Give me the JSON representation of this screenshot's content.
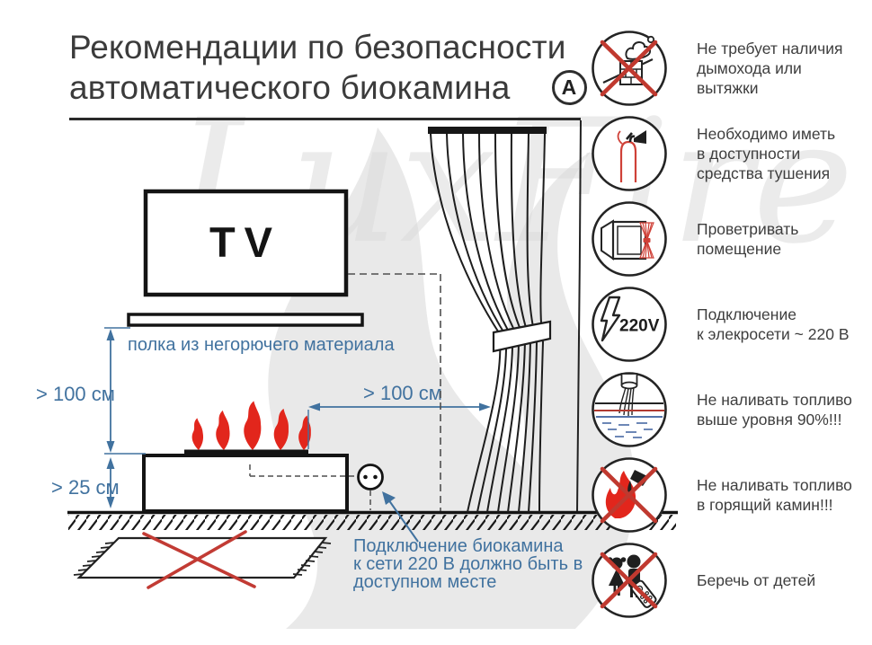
{
  "title": {
    "line1": "Рекомендации по безопасности",
    "line2": "автоматического биокамина",
    "badge": "A"
  },
  "watermark": {
    "text": "LuxFire"
  },
  "diagram": {
    "tv_label": "TV",
    "shelf_label": "полка из негорючего материала",
    "dim_left_top": "> 100 см",
    "dim_left_bottom": "> 25 см",
    "dim_horizontal": "> 100 см",
    "outlet_note": [
      "Подключение биокамина",
      "к сети 220 В должно быть в",
      "доступном месте"
    ]
  },
  "safety_rules": [
    {
      "icon": "no-chimney-icon",
      "lines": [
        "Не требует наличия",
        "дымохода или вытяжки"
      ]
    },
    {
      "icon": "fire-extinguisher-icon",
      "lines": [
        "Необходимо иметь",
        "в доступности",
        "средства тушения"
      ]
    },
    {
      "icon": "ventilate-room-icon",
      "lines": [
        "Проветривать",
        "помещение"
      ]
    },
    {
      "icon": "power-220v-icon",
      "icon_label": "220V",
      "lines": [
        "Подключение",
        "к элекросети ~ 220 В"
      ]
    },
    {
      "icon": "fuel-level-icon",
      "lines": [
        "Не наливать топливо",
        "выше уровня 90%!!!"
      ]
    },
    {
      "icon": "no-refill-burning-icon",
      "lines": [
        "Не наливать топливо",
        "в горящий камин!!!"
      ]
    },
    {
      "icon": "keep-away-children-icon",
      "lines": [
        "Беречь от детей"
      ]
    }
  ],
  "colors": {
    "accent_blue": "#41729f",
    "flame_red": "#e2261c",
    "cross_red": "#c23b34",
    "text_dark": "#3b3b3b",
    "watermark_gray": "#e9e9e9"
  }
}
